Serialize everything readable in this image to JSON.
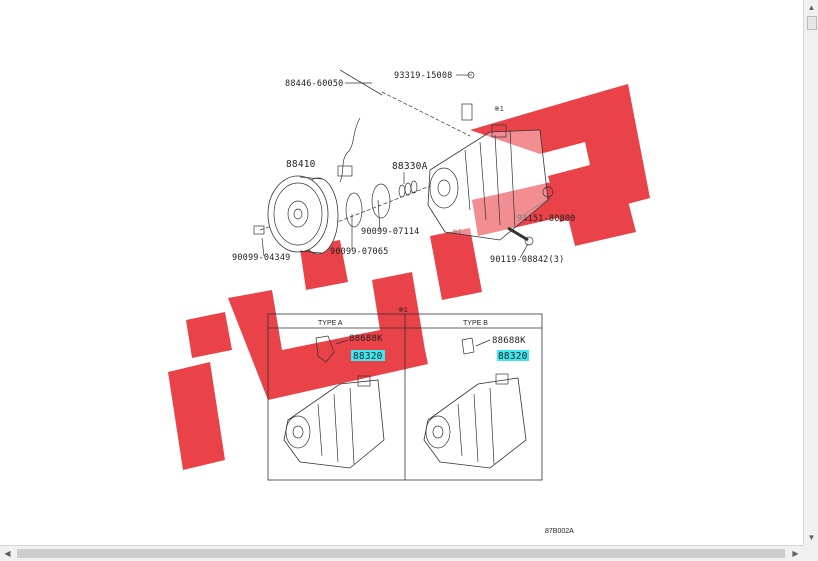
{
  "parts": {
    "p88446": "88446-60050",
    "p93319": "93319-15008",
    "p88410": "88410",
    "p88330a": "88330A",
    "p94151": "94151-80800",
    "p90099_07114": "90099-07114",
    "p90099_04349": "90099-04349",
    "p90099_07065": "90099-07065",
    "p90119": "90119-08842(3)"
  },
  "marks": {
    "star1": "※1",
    "star2": "※1",
    "star3": "※1"
  },
  "type_table": {
    "type_a": {
      "heading": "TYPE A",
      "part_top": "88688K",
      "part_main": "88320"
    },
    "type_b": {
      "heading": "TYPE B",
      "part_top": "88688K",
      "part_main": "88320"
    }
  },
  "figure_code": "87B002A",
  "watermark": {
    "color": "#e8323a"
  },
  "highlight_color": "#3ee8ee",
  "icons": {
    "scroll_up": "triangle-up",
    "scroll_down": "triangle-down",
    "scroll_left": "triangle-left",
    "scroll_right": "triangle-right"
  }
}
